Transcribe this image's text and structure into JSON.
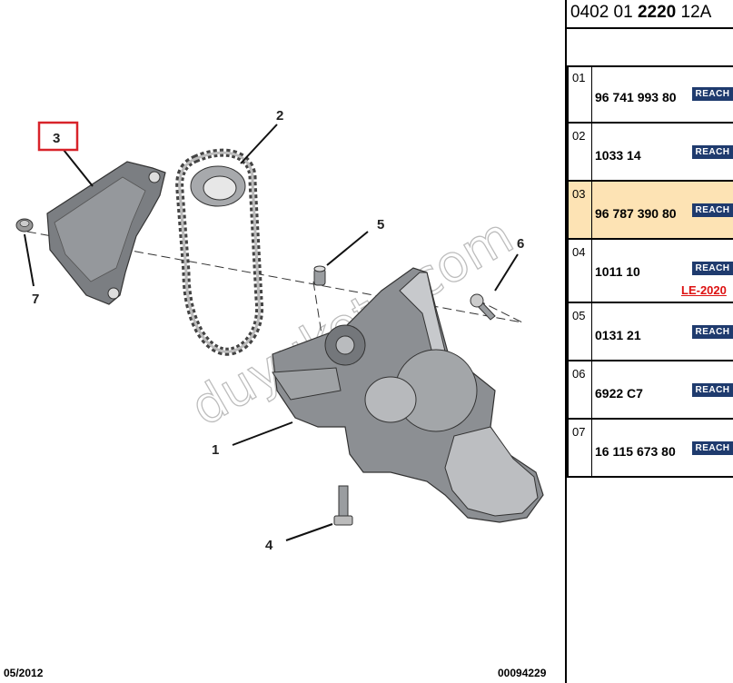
{
  "header": {
    "code_prefix": "0402 01 ",
    "code_bold": "2220",
    "code_suffix": " 12A"
  },
  "watermark": "duyukoto.com",
  "diagram": {
    "callouts": [
      "1",
      "2",
      "3",
      "4",
      "5",
      "6",
      "7"
    ],
    "highlighted_callout": "3"
  },
  "parts": [
    {
      "num": "01",
      "ref": "96 741 993 80",
      "badge": "REACH",
      "highlight": false
    },
    {
      "num": "02",
      "ref": "1033 14",
      "badge": "REACH",
      "highlight": false
    },
    {
      "num": "03",
      "ref": "96 787 390 80",
      "badge": "REACH",
      "highlight": true
    },
    {
      "num": "04",
      "ref": "1011 10",
      "badge": "REACH",
      "highlight": false,
      "note": "LE-2020"
    },
    {
      "num": "05",
      "ref": "0131 21",
      "badge": "REACH",
      "highlight": false
    },
    {
      "num": "06",
      "ref": "6922 C7",
      "badge": "REACH",
      "highlight": false
    },
    {
      "num": "07",
      "ref": "16 115 673 80",
      "badge": "REACH",
      "highlight": false
    }
  ],
  "footer": {
    "date": "05/2012",
    "code": "00094229"
  },
  "colors": {
    "highlight_row": "#fde3b4",
    "callout_box": "#d8232a",
    "reach_badge": "#1f3b6e",
    "note_red": "#dd1111"
  }
}
